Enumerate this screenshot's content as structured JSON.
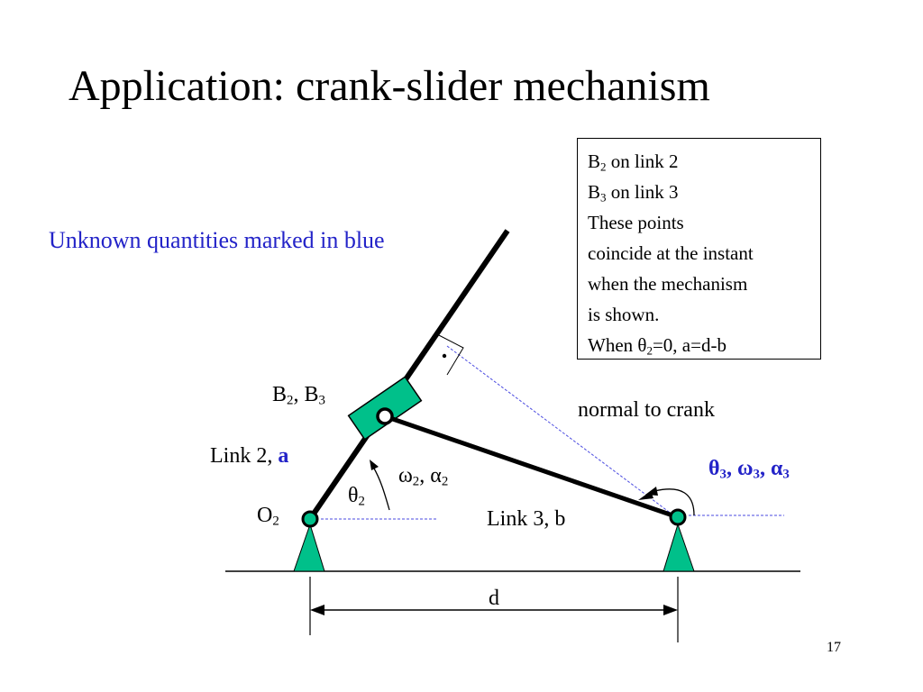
{
  "slide": {
    "title": "Application: crank-slider mechanism",
    "unknowns_note": "Unknown quantities marked in blue",
    "page_number": "17"
  },
  "info_box": {
    "line1": {
      "pre": "B",
      "sub": "2",
      "post": " on link 2"
    },
    "line2": {
      "pre": "B",
      "sub": "3",
      "post": " on link 3"
    },
    "line3": "These points",
    "line4": "coincide at the instant",
    "line5": "when the mechanism",
    "line6": "is shown.",
    "line7": {
      "pre": "When θ",
      "sub": "2",
      "post": "=0, a=d-b"
    }
  },
  "labels": {
    "b_points": {
      "a": "B",
      "a_sub": "2",
      "sep": ", B",
      "b_sub": "3"
    },
    "link2": {
      "text": "Link 2, ",
      "bold": "a"
    },
    "omega_alpha_2": {
      "w": "ω",
      "w_sub": "2",
      "sep": ", α",
      "a_sub": "2"
    },
    "theta2": {
      "t": "θ",
      "t_sub": "2"
    },
    "o2": {
      "t": "O",
      "t_sub": "2"
    },
    "link3": "Link 3, b",
    "normal": "normal to crank",
    "unknown_3": {
      "t": "θ",
      "t_sub": "3",
      "w": ", ω",
      "w_sub": "3",
      "a": ", α",
      "a_sub": "3"
    },
    "d": "d"
  },
  "colors": {
    "link": "#000000",
    "slider": "#00c08a",
    "unknown": "#2323c8",
    "dashed": "#4a4ae0"
  }
}
